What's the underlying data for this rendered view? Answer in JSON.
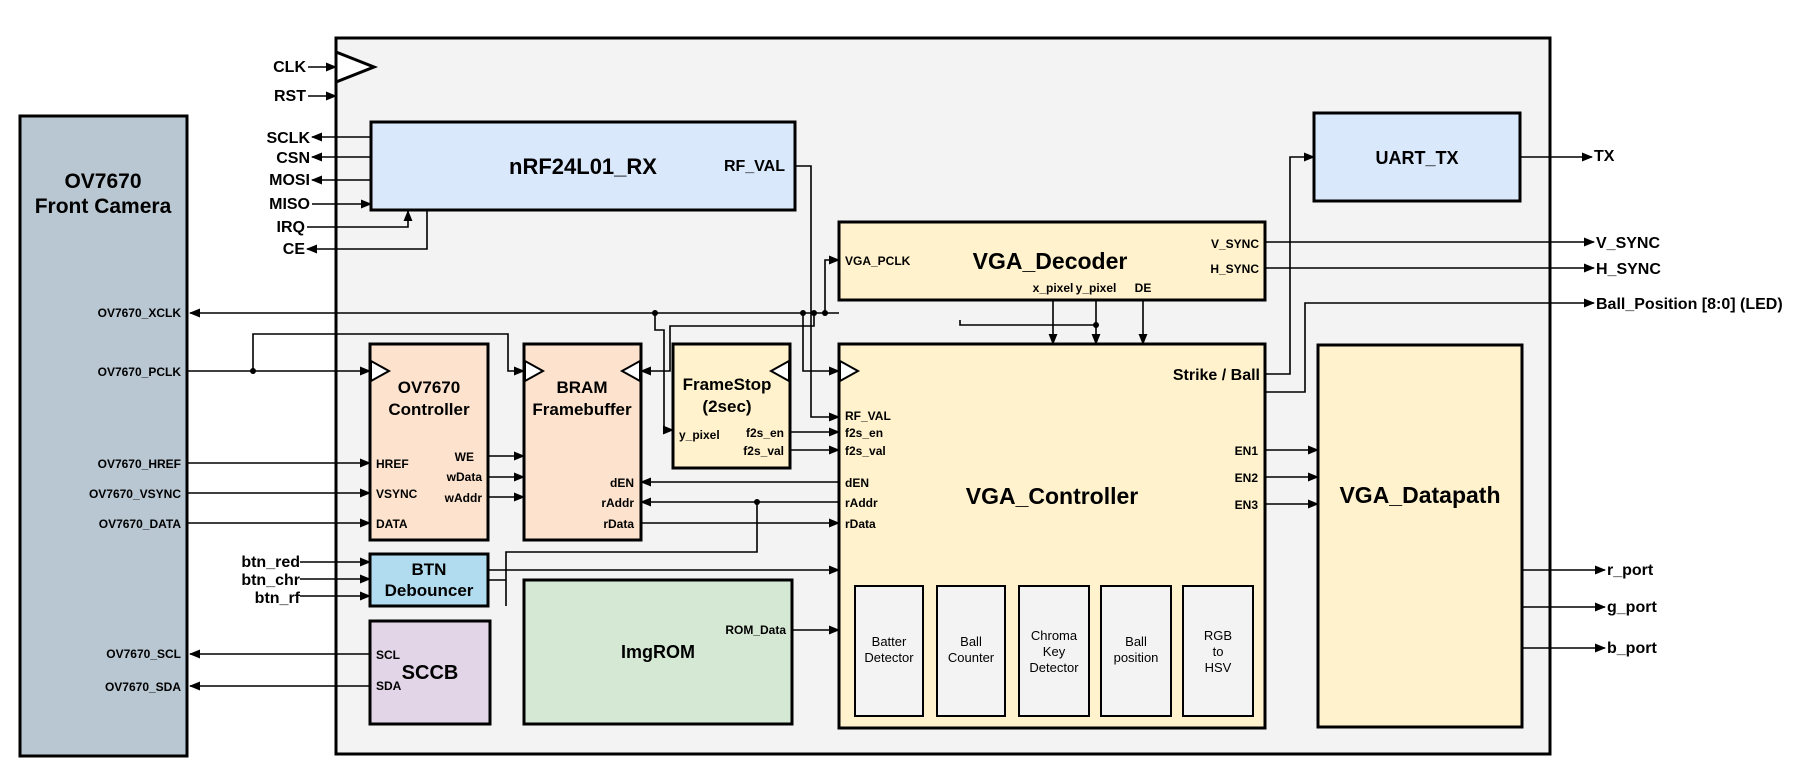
{
  "colors": {
    "top_bg": "#f3f3f3",
    "camera": "#b8c7d2",
    "rx": "#dae8fc",
    "uart": "#dae8fc",
    "decoder": "#fff2cc",
    "controller": "#fff2cc",
    "datapath": "#fff2cc",
    "ov_ctrl": "#fde3cd",
    "bram": "#fde3cd",
    "framestop": "#fff2cc",
    "btn": "#b1dcef",
    "sccb": "#e1d5e7",
    "imgrom": "#d5e8d4",
    "r_port": "#ff0000",
    "g_port": "#00cc00",
    "b_port": "#0000ff"
  },
  "camera": {
    "title_line1": "OV7670",
    "title_line2": "Front Camera"
  },
  "camera_pins": {
    "xclk": "OV7670_XCLK",
    "pclk": "OV7670_PCLK",
    "href": "OV7670_HREF",
    "vsync": "OV7670_VSYNC",
    "data": "OV7670_DATA",
    "scl": "OV7670_SCL",
    "sda": "OV7670_SDA"
  },
  "inputs": {
    "clk": "CLK",
    "rst": "RST"
  },
  "spi": {
    "sclk": "SCLK",
    "csn": "CSN",
    "mosi": "MOSI",
    "miso": "MISO",
    "irq": "IRQ",
    "ce": "CE"
  },
  "buttons": {
    "red": "btn_red",
    "chr": "btn_chr",
    "rf": "btn_rf"
  },
  "rx": {
    "title": "nRF24L01_RX",
    "rf_val": "RF_VAL"
  },
  "uart": {
    "title": "UART_TX",
    "tx": "TX"
  },
  "decoder": {
    "title": "VGA_Decoder",
    "vga_pclk": "VGA_PCLK",
    "v_sync": "V_SYNC",
    "h_sync": "H_SYNC",
    "x_pixel": "x_pixel",
    "y_pixel": "y_pixel",
    "de": "DE"
  },
  "outputs": {
    "v_sync": "V_SYNC",
    "h_sync": "H_SYNC",
    "ball_position": "Ball_Position [8:0] (LED)",
    "r_port": "r_port",
    "g_port": "g_port",
    "b_port": "b_port"
  },
  "ov_ctrl": {
    "title_line1": "OV7670",
    "title_line2": "Controller",
    "href": "HREF",
    "vsync": "VSYNC",
    "data": "DATA",
    "we": "WE",
    "wdata": "wData",
    "waddr": "wAddr"
  },
  "bram": {
    "title_line1": "BRAM",
    "title_line2": "Framebuffer",
    "den": "dEN",
    "raddr": "rAddr",
    "rdata": "rData"
  },
  "framestop": {
    "title_line1": "FrameStop",
    "title_line2": "(2sec)",
    "y_pixel": "y_pixel",
    "f2s_en": "f2s_en",
    "f2s_val": "f2s_val"
  },
  "controller": {
    "title": "VGA_Controller",
    "strike_ball": "Strike / Ball",
    "rf_val": "RF_VAL",
    "f2s_en": "f2s_en",
    "f2s_val": "f2s_val",
    "den": "dEN",
    "raddr": "rAddr",
    "rdata": "rData",
    "en1": "EN1",
    "en2": "EN2",
    "en3": "EN3"
  },
  "submodules": {
    "batter_1": "Batter",
    "batter_2": "Detector",
    "counter_1": "Ball",
    "counter_2": "Counter",
    "chroma_1": "Chroma",
    "chroma_2": "Key",
    "chroma_3": "Detector",
    "position_1": "Ball",
    "position_2": "position",
    "rgb_1": "RGB",
    "rgb_2": "to",
    "rgb_3": "HSV"
  },
  "datapath": {
    "title": "VGA_Datapath"
  },
  "btn": {
    "title_line1": "BTN",
    "title_line2": "Debouncer"
  },
  "sccb": {
    "title": "SCCB",
    "scl": "SCL",
    "sda": "SDA"
  },
  "imgrom": {
    "title": "ImgROM",
    "rom_data": "ROM_Data"
  }
}
